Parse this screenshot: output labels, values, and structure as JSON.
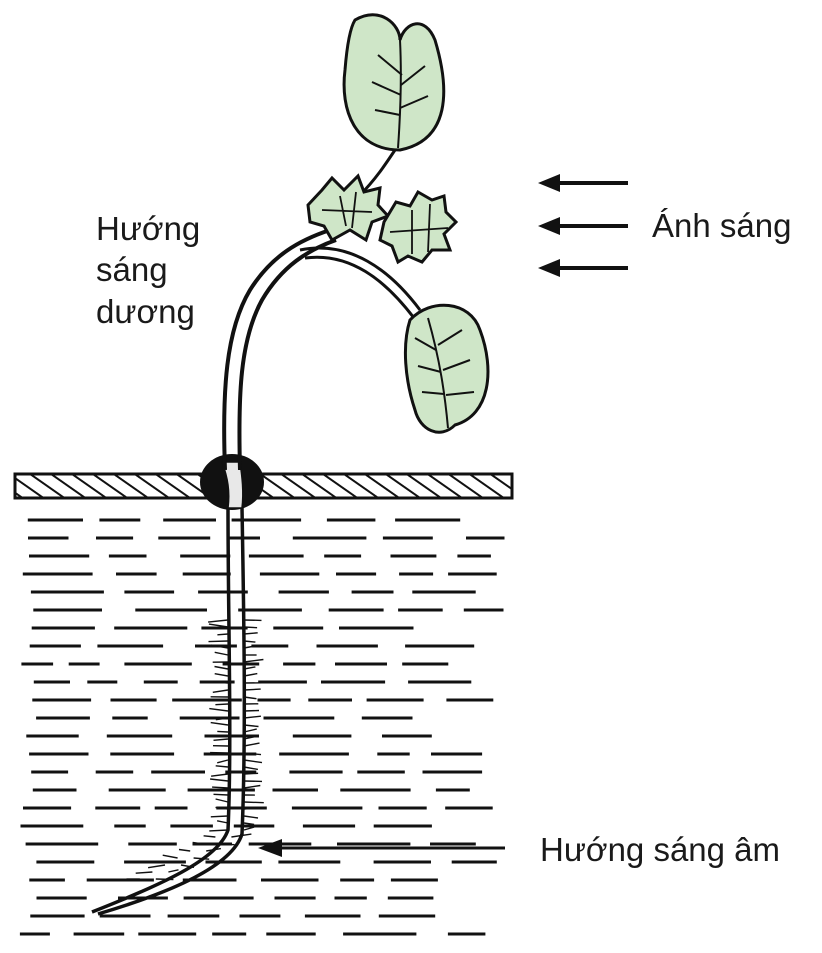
{
  "labels": {
    "positive_line1": "Hướng",
    "positive_line2": "sáng",
    "positive_line3": "dương",
    "light": "Ánh sáng",
    "negative": "Hướng sáng âm"
  },
  "colors": {
    "leaf_fill": "#cfe6c8",
    "ink": "#111111"
  }
}
